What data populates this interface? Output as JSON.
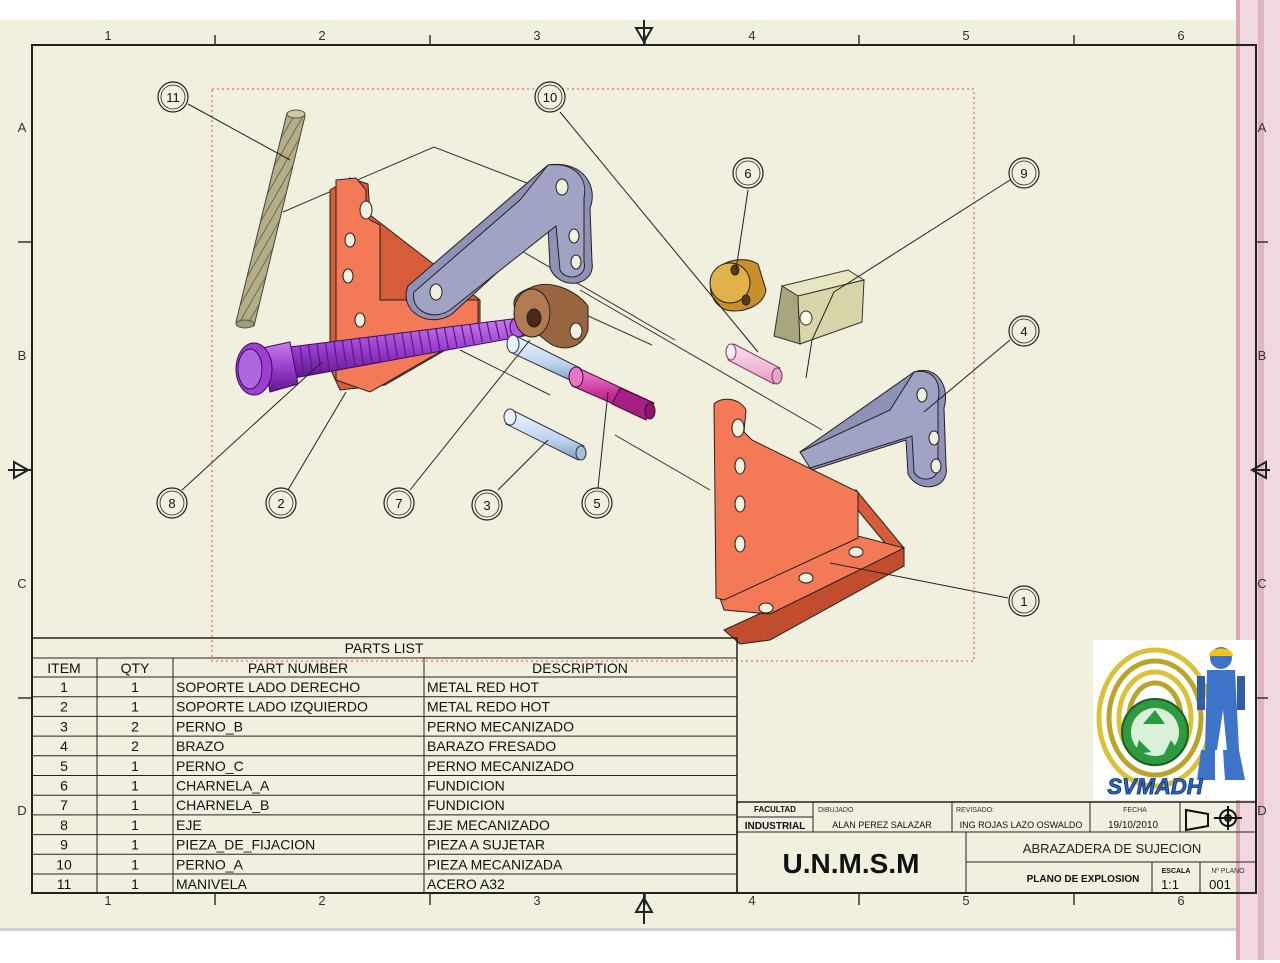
{
  "sheet": {
    "columns": [
      "1",
      "2",
      "3",
      "4",
      "5",
      "6"
    ],
    "rows": [
      "A",
      "B",
      "C",
      "D"
    ]
  },
  "balloons": [
    "1",
    "2",
    "3",
    "4",
    "5",
    "6",
    "7",
    "8",
    "9",
    "10",
    "11"
  ],
  "parts_list": {
    "title": "PARTS LIST",
    "headers": [
      "ITEM",
      "QTY",
      "PART NUMBER",
      "DESCRIPTION"
    ],
    "rows": [
      [
        "1",
        "1",
        "SOPORTE LADO DERECHO",
        "METAL RED HOT"
      ],
      [
        "2",
        "1",
        "SOPORTE LADO IZQUIERDO",
        "METAL REDO HOT"
      ],
      [
        "3",
        "2",
        "PERNO_B",
        "PERNO MECANIZADO"
      ],
      [
        "4",
        "2",
        "BRAZO",
        "BARAZO FRESADO"
      ],
      [
        "5",
        "1",
        "PERNO_C",
        "PERNO MECANIZADO"
      ],
      [
        "6",
        "1",
        "CHARNELA_A",
        "FUNDICION"
      ],
      [
        "7",
        "1",
        "CHARNELA_B",
        "FUNDICION"
      ],
      [
        "8",
        "1",
        "EJE",
        "EJE MECANIZADO"
      ],
      [
        "9",
        "1",
        "PIEZA_DE_FIJACION",
        "PIEZA A SUJETAR"
      ],
      [
        "10",
        "1",
        "PERNO_A",
        "PIEZA MECANIZADA"
      ],
      [
        "11",
        "1",
        "MANIVELA",
        "ACERO A32"
      ]
    ]
  },
  "title_block": {
    "faculty_label": "FACULTAD",
    "faculty_value": "INDUSTRIAL",
    "drawn_label": "DIBUJADO",
    "drawn_value": "ALAN PEREZ SALAZAR",
    "reviewed_label": "REVISADO:",
    "reviewed_value": "ING ROJAS LAZO OSWALDO",
    "date_label": "FECHA",
    "date_value": "19/10/2010",
    "institution": "U.N.M.S.M",
    "drawing_title": "ABRAZADERA DE SUJECION",
    "drawing_type": "PLANO DE EXPLOSION",
    "scale_label": "ESCALA",
    "scale_value": "1:1",
    "sheet_no_label": "Nº PLANO",
    "sheet_no_value": "001"
  },
  "logo": {
    "text": "SVMADH",
    "icon": "recycle-icon"
  },
  "colors": {
    "paper": "#f1efde",
    "support": "#f47a57",
    "arm": "#8f92b6",
    "shaft": "#9b3fcf",
    "pin_c": "#c8329a",
    "hinge_a": "#d9a53a",
    "hinge_b": "#9a6640",
    "clamp_piece": "#d8d6a8",
    "pin_light": "#c6dcf2",
    "crank": "#b4ae86"
  }
}
